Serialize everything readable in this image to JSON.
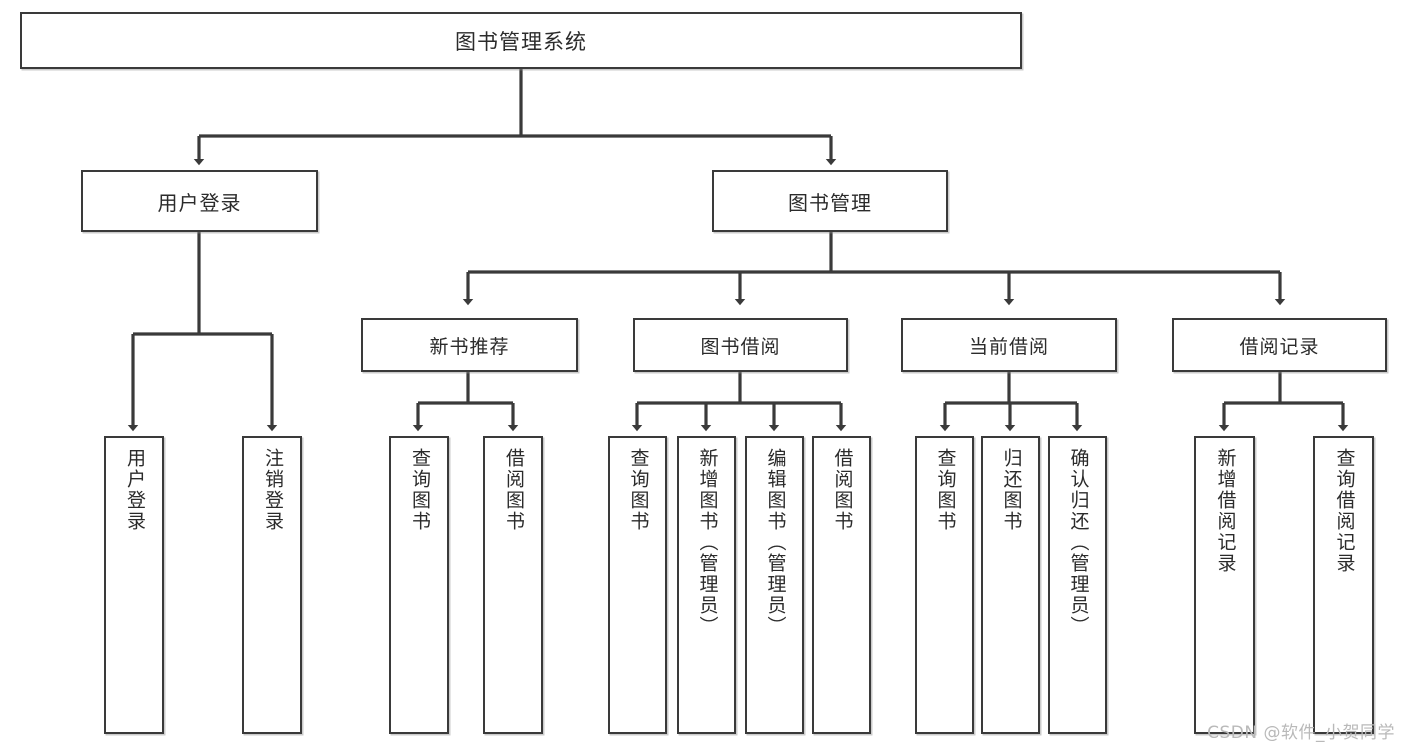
{
  "diagram": {
    "title": "图书管理系统",
    "type": "tree-hierarchy",
    "watermark": "CSDN @软件_小贺同学",
    "colors": {
      "box_border": "#3a3a3a",
      "box_fill": "#ffffff",
      "connector": "#3a3a3a",
      "text": "#2b2b2b",
      "watermark": "#b9b9b9"
    },
    "nodes": {
      "root": {
        "label": "图书管理系统"
      },
      "level2": [
        {
          "label": "用户登录"
        },
        {
          "label": "图书管理"
        }
      ],
      "level3": [
        {
          "label": "新书推荐"
        },
        {
          "label": "图书借阅"
        },
        {
          "label": "当前借阅"
        },
        {
          "label": "借阅记录"
        }
      ],
      "leaves": {
        "user_login": [
          {
            "label": "用户登录"
          },
          {
            "label": "注销登录"
          }
        ],
        "new_book": [
          {
            "label": "查询图书"
          },
          {
            "label": "借阅图书"
          }
        ],
        "borrow_book": [
          {
            "label": "查询图书"
          },
          {
            "label": "新增图书（管理员）"
          },
          {
            "label": "编辑图书（管理员）"
          },
          {
            "label": "借阅图书"
          }
        ],
        "current_borrow": [
          {
            "label": "查询图书"
          },
          {
            "label": "归还图书"
          },
          {
            "label": "确认归还（管理员）"
          }
        ],
        "borrow_record": [
          {
            "label": "新增借阅记录"
          },
          {
            "label": "查询借阅记录"
          }
        ]
      }
    }
  }
}
